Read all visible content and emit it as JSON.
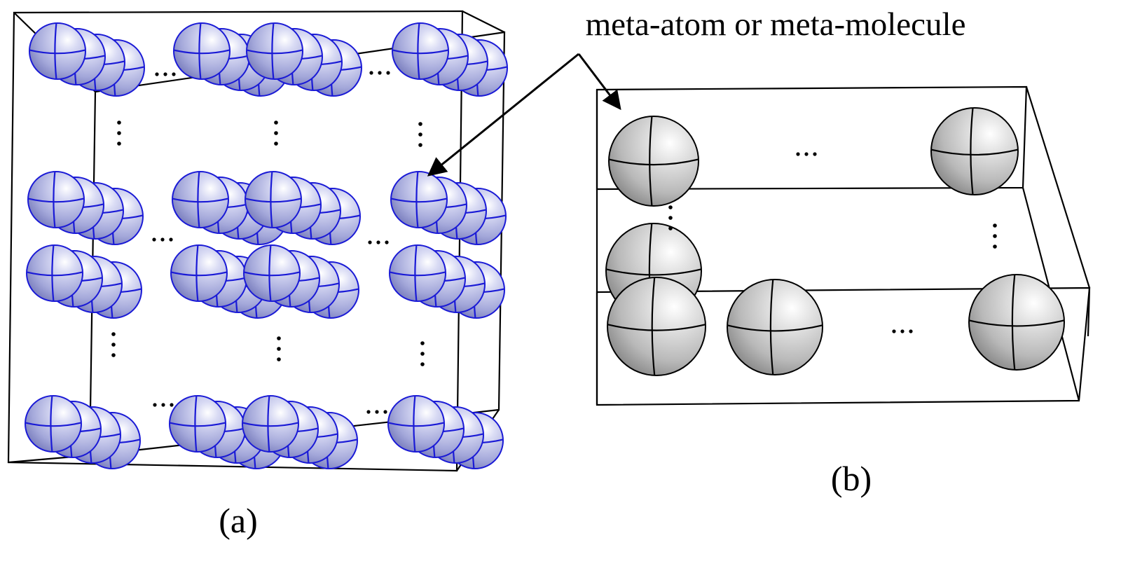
{
  "annotation": {
    "text": "meta-atom or meta-molecule"
  },
  "panels": {
    "a": {
      "label": "(a)",
      "sphere_color": "#b9bde6",
      "line_color": "#1a1ad6"
    },
    "b": {
      "label": "(b)",
      "sphere_color": "#d6d6d6",
      "line_color": "#000000"
    }
  },
  "ellipsis": "..."
}
